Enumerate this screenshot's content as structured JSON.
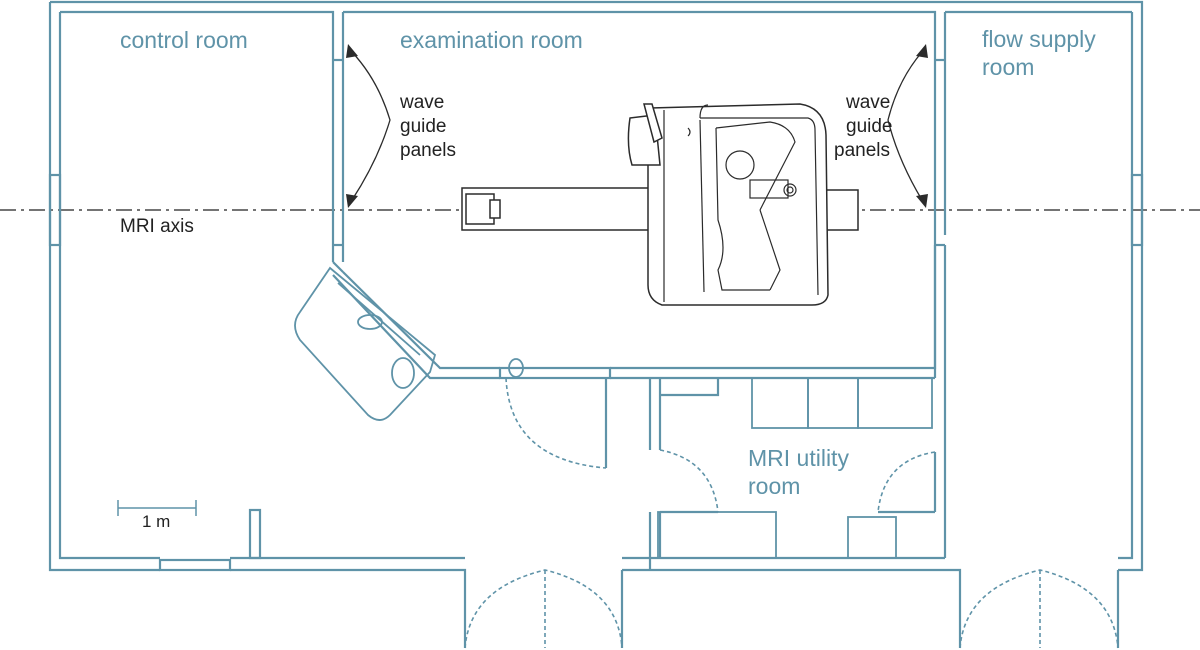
{
  "rooms": {
    "control": "control room",
    "examination": "examination room",
    "flow_supply_line1": "flow supply",
    "flow_supply_line2": "room",
    "utility_line1": "MRI utility",
    "utility_line2": "room"
  },
  "notes": {
    "waveguide_left": [
      "wave",
      "guide",
      "panels"
    ],
    "waveguide_right": [
      "wave",
      "guide",
      "panels"
    ],
    "mri_axis": "MRI axis",
    "scale": "1 m"
  },
  "colors": {
    "walls": "#5f93a8",
    "annotations": "#222222"
  }
}
